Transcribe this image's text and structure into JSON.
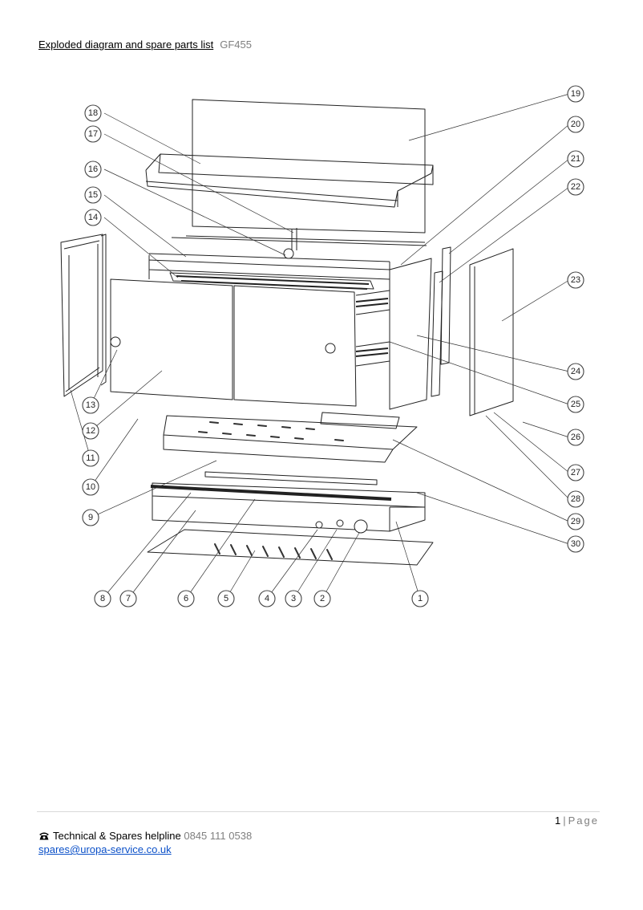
{
  "header": {
    "title": "Exploded diagram and spare parts list",
    "model": "GF455"
  },
  "diagram": {
    "callouts": [
      "1",
      "2",
      "3",
      "4",
      "5",
      "6",
      "7",
      "8",
      "9",
      "10",
      "11",
      "12",
      "13",
      "14",
      "15",
      "16",
      "17",
      "18",
      "19",
      "20",
      "21",
      "22",
      "23",
      "24",
      "25",
      "26",
      "27",
      "28",
      "29",
      "30"
    ]
  },
  "footer": {
    "page_number": "1",
    "page_separator": "|",
    "page_word": "Page",
    "phone_icon": "telephone-icon",
    "helpline_label": "Technical & Spares helpline",
    "helpline_number": "0845 111 0538",
    "email": "spares@uropa-service.co.uk"
  }
}
